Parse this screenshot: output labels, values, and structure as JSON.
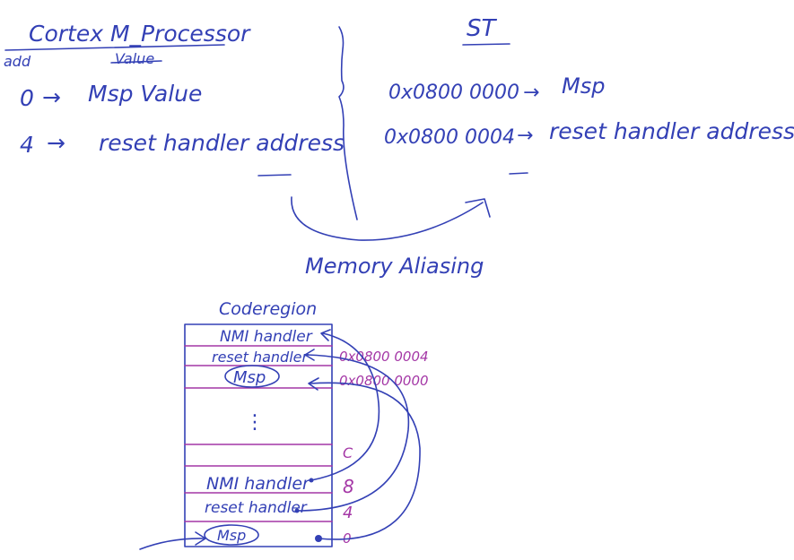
{
  "left_heading": {
    "title": "Cortex M_Processor",
    "col_add": "add",
    "col_value": "Value",
    "rows": [
      {
        "addr": "0",
        "arrow": "→",
        "value": "Msp Value"
      },
      {
        "addr": "4",
        "arrow": "→",
        "value": "reset handler address"
      }
    ]
  },
  "right_heading": {
    "title": "ST",
    "rows": [
      {
        "addr": "0x0800 0000",
        "arrow": "→",
        "value": "Msp"
      },
      {
        "addr": "0x0800 0004",
        "arrow": "→",
        "value": "reset handler address"
      }
    ]
  },
  "aliasing_label": "Memory Aliasing",
  "code_region": {
    "title": "Coderegion",
    "upper_entries": [
      "NMI handler",
      "reset handler",
      "Msp"
    ],
    "upper_addrs": [
      "0x0800 0004",
      "0x0800 0000"
    ],
    "dots": "⋮",
    "lower_entries": [
      "NMI handler",
      "reset handler",
      "Msp"
    ],
    "lower_offsets": [
      "C",
      "8",
      "4",
      "0"
    ]
  },
  "colors": {
    "ink_blue": "#3340b5",
    "ink_purple": "#a437a6"
  }
}
